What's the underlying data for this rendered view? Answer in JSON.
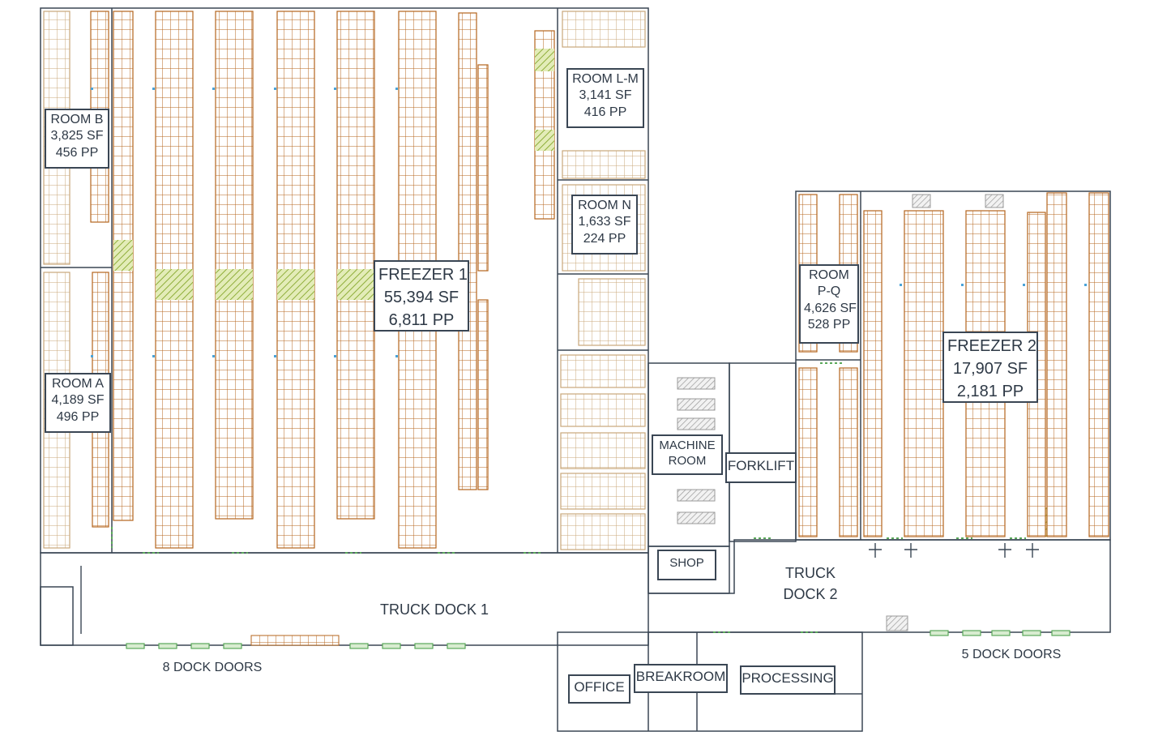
{
  "rooms": {
    "room_b": {
      "name": "ROOM B",
      "area": "3,825 SF",
      "pallets": "456 PP"
    },
    "room_a": {
      "name": "ROOM A",
      "area": "4,189 SF",
      "pallets": "496 PP"
    },
    "freezer_1": {
      "name": "FREEZER 1",
      "area": "55,394 SF",
      "pallets": "6,811 PP"
    },
    "room_lm": {
      "name": "ROOM L-M",
      "area": "3,141 SF",
      "pallets": "416 PP"
    },
    "room_n": {
      "name": "ROOM N",
      "area": "1,633 SF",
      "pallets": "224 PP"
    },
    "room_pq": {
      "name_line1": "ROOM",
      "name_line2": "P-Q",
      "area": "4,626 SF",
      "pallets": "528 PP"
    },
    "freezer_2": {
      "name": "FREEZER 2",
      "area": "17,907 SF",
      "pallets": "2,181 PP"
    }
  },
  "areas": {
    "machine_room": {
      "line1": "MACHINE",
      "line2": "ROOM"
    },
    "forklift": "FORKLIFT",
    "shop": "SHOP",
    "truck_dock_1": "TRUCK DOCK 1",
    "truck_dock_2": {
      "line1": "TRUCK",
      "line2": "DOCK 2"
    },
    "office": "OFFICE",
    "breakroom": "BREAKROOM",
    "processing": "PROCESSING"
  },
  "dock_doors": {
    "dock_1": "8 DOCK DOORS",
    "dock_2": "5 DOCK DOORS"
  },
  "colors": {
    "rack_orange": "#b5651d",
    "rack_tan": "#c9a77a",
    "wall": "#3a4654",
    "aisle_green": "#8fae3a",
    "door_green": "#5aa85a"
  }
}
